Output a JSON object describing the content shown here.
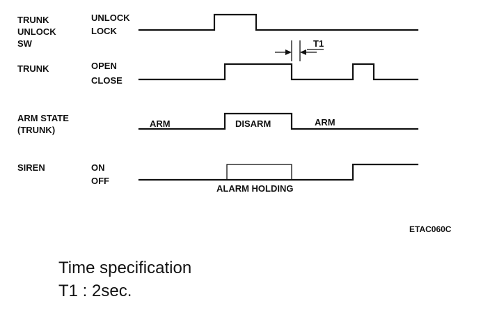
{
  "signals": [
    {
      "name": "TRUNK UNLOCK SW",
      "name_lines": [
        "TRUNK",
        "UNLOCK",
        "SW"
      ],
      "high_state": "UNLOCK",
      "low_state": "LOCK"
    },
    {
      "name": "TRUNK",
      "name_lines": [
        "TRUNK"
      ],
      "high_state": "OPEN",
      "low_state": "CLOSE"
    },
    {
      "name": "ARM STATE (TRUNK)",
      "name_lines": [
        "ARM STATE",
        "(TRUNK)"
      ],
      "high_state": "",
      "low_state": ""
    },
    {
      "name": "SIREN",
      "name_lines": [
        "SIREN"
      ],
      "high_state": "ON",
      "low_state": "OFF"
    }
  ],
  "inline_labels": {
    "arm_before": "ARM",
    "disarm": "DISARM",
    "arm_after": "ARM",
    "alarm_holding": "ALARM HOLDING"
  },
  "timing_marker": {
    "label": "T1"
  },
  "figure_id": "ETAC060C",
  "spec": {
    "title": "Time specification",
    "line": "T1 : 2sec."
  }
}
